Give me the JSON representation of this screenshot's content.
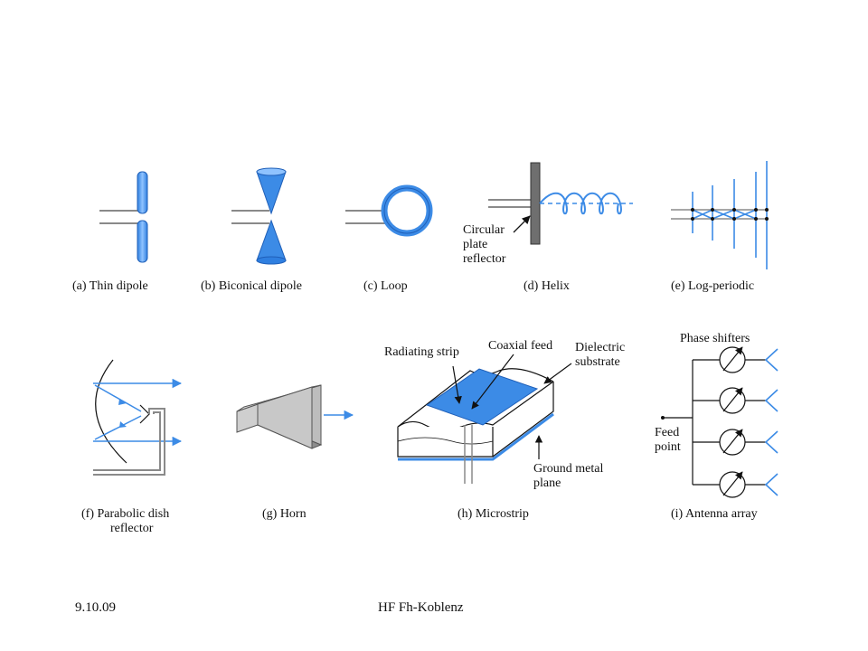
{
  "captions": {
    "a": "(a)  Thin dipole",
    "b": "(b)  Biconical dipole",
    "c": "(c)  Loop",
    "d": "(d)  Helix",
    "e": "(e)  Log-periodic",
    "f1": "(f)  Parabolic dish",
    "f2": "reflector",
    "g": "(g)  Horn",
    "h": "(h)  Microstrip",
    "i": "(i)  Antenna array"
  },
  "labels": {
    "circular": "Circular",
    "plate": "plate",
    "reflector": "reflector",
    "radiating_strip": "Radiating strip",
    "coaxial_feed": "Coaxial feed",
    "dielectric": "Dielectric",
    "substrate": "substrate",
    "ground_metal": "Ground metal",
    "plane": "plane",
    "phase_shifters": "Phase shifters",
    "feed": "Feed",
    "point": "point"
  },
  "footer": {
    "date": "9.10.09",
    "org": "HF Fh-Koblenz"
  },
  "colors": {
    "blue": "#3c8be6",
    "blue_dark": "#1f5fb8",
    "metal": "#8a8a8a",
    "line": "#111111"
  }
}
